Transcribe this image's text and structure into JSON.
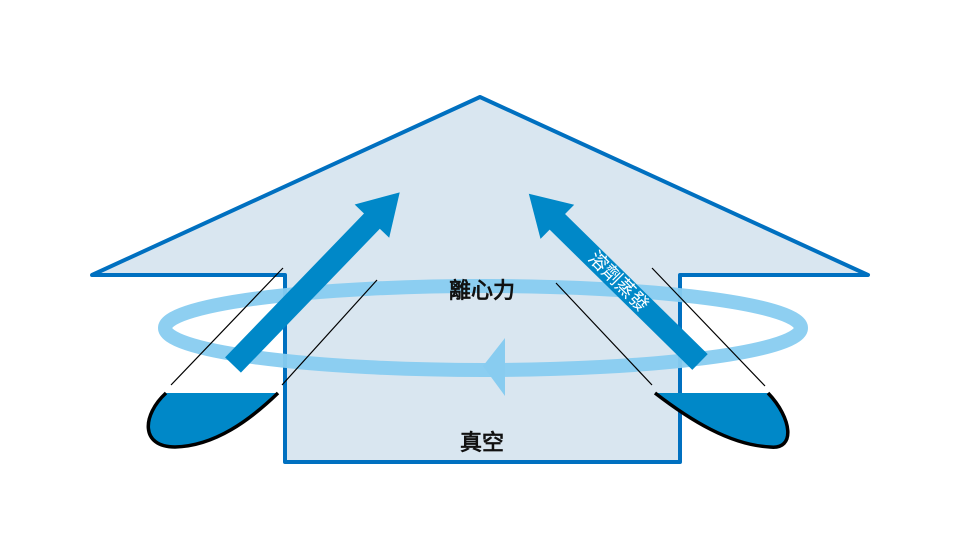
{
  "labels": {
    "centrifugal_force": "離心力",
    "vacuum": "真空",
    "solvent_evaporation": "溶劑蒸發"
  },
  "colors": {
    "outline": "#0070c0",
    "chamber_fill": "#d9e6f0",
    "rotation_ring": "#88ccf0",
    "arrow": "#0088c8",
    "liquid": "#0088c8",
    "tube_wall": "#000000"
  }
}
